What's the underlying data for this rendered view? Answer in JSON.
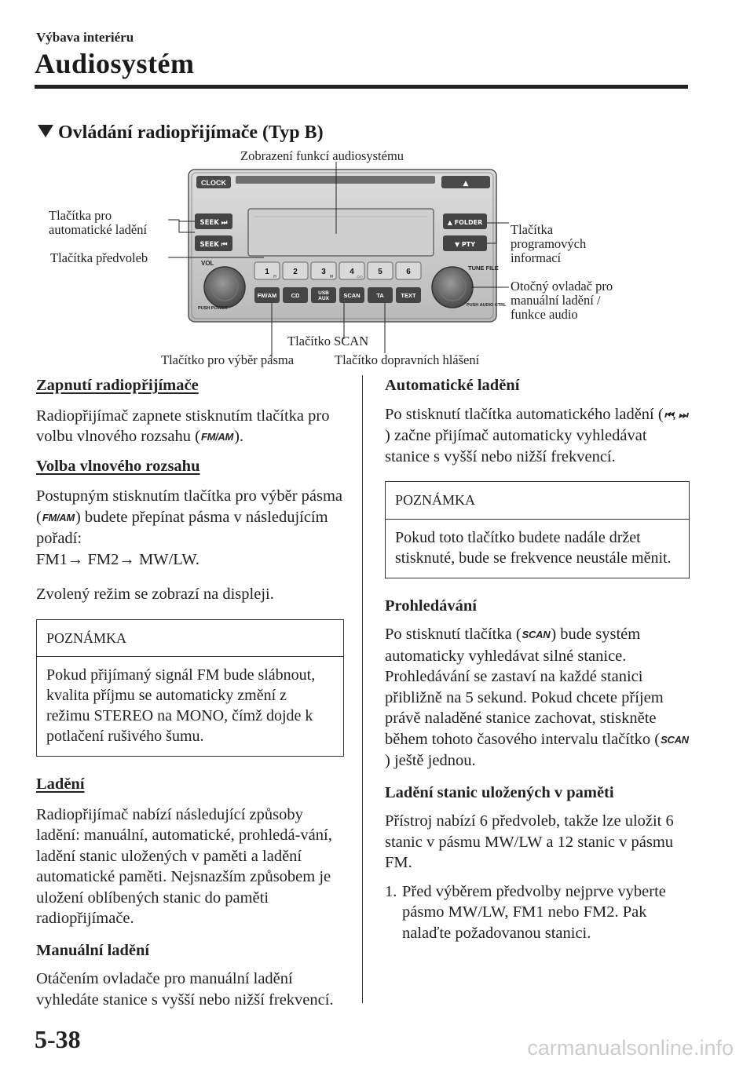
{
  "header": {
    "section": "Výbava interiéru",
    "title": "Audiosystém"
  },
  "section_title": "Ovládání radiopřijímače (Typ B)",
  "figure": {
    "callouts": {
      "display": "Zobrazení funkcí audiosystému",
      "seek_1": "Tlačítka pro",
      "seek_2": "automatické ladění",
      "preset": "Tlačítka předvoleb",
      "pty_1": "Tlačítka",
      "pty_2": "programových",
      "pty_3": "informací",
      "tune_1": "Otočný ovladač pro",
      "tune_2": "manuální ladění /",
      "tune_3": "funkce audio",
      "scan": "Tlačítko SCAN",
      "band": "Tlačítko pro výběr pásma",
      "ta": "Tlačítko dopravních hlášení"
    },
    "panel": {
      "clock": "CLOCK",
      "eject": "▲",
      "seek_up": "SEEK ⏭",
      "seek_down": "SEEK ⏮",
      "folder": "▲ FOLDER",
      "pty": "▼   PTY",
      "vol": "VOL",
      "push_power": "PUSH POWER",
      "tune_file": "TUNE FILE",
      "push_audio": "PUSH AUDIO CTRL",
      "presets": [
        "1",
        "2",
        "3",
        "4",
        "5",
        "6"
      ],
      "preset_marks": [
        "H",
        "",
        "M",
        "◇◇",
        "",
        ""
      ],
      "buttons": [
        "FM/AM",
        "CD",
        "USB AUX",
        "SCAN",
        "TA",
        "TEXT"
      ]
    }
  },
  "left": {
    "h1": "Zapnutí radiopřijímače",
    "p1a": "Radiopřijímač zapnete stisknutím tlačítka pro volbu vlnového rozsahu (",
    "p1_icon": "FM/AM",
    "p1b": ").",
    "h2": "Volba vlnového rozsahu",
    "p2a": "Postupným stisknutím tlačítka pro výběr pásma (",
    "p2_icon": "FM/AM",
    "p2b": ") budete přepínat pásma v následujícím pořadí:",
    "p2_seq": "FM1→ FM2→ MW/LW.",
    "p3": "Zvolený režim se zobrazí na displeji.",
    "note_title": "POZNÁMKA",
    "note_text": "Pokud přijímaný signál FM bude slábnout, kvalita příjmu se automaticky změní z režimu STEREO na MONO, čímž dojde k potlačení rušivého šumu.",
    "h3": "Ladění",
    "p4": "Radiopřijímač nabízí následující způsoby ladění: manuální, automatické, prohledá-vání, ladění stanic uložených v paměti a ladění automatické paměti. Nejsnazším způsobem je uložení oblíbených stanic do paměti radiopřijímače.",
    "h4": "Manuální ladění",
    "p5": "Otáčením ovladače pro manuální ladění vyhledáte stanice s vyšší nebo nižší frekvencí."
  },
  "right": {
    "h1": "Automatické ladění",
    "p1a": "Po stisknutí tlačítka automatického ladění (",
    "p1_icons": "⏮, ⏭",
    "p1b": ") začne přijímač automaticky vyhledávat stanice s vyšší nebo nižší frekvencí.",
    "note_title": "POZNÁMKA",
    "note_text": "Pokud toto tlačítko budete nadále držet stisknuté, bude se frekvence neustále měnit.",
    "h2": "Prohledávání",
    "p2a": "Po stisknutí tlačítka (",
    "p2_icon": "SCAN",
    "p2b": ") bude systém automaticky vyhledávat silné stanice. Prohledávání se zastaví na každé stanici přibližně na 5 sekund. Pokud chcete příjem právě naladěné stanice zachovat, stiskněte během tohoto časového intervalu tlačítko (",
    "p2_icon2": "SCAN",
    "p2c": ") ještě jednou.",
    "h3": "Ladění stanic uložených v paměti",
    "p3": "Přístroj nabízí 6 předvoleb, takže lze uložit 6 stanic v pásmu MW/LW a 12 stanic v pásmu FM.",
    "li1_num": "1.",
    "li1": "Před výběrem předvolby nejprve vyberte pásmo MW/LW, FM1 nebo FM2. Pak nalaďte požadovanou stanici."
  },
  "footer": {
    "page": "5-38",
    "watermark": "carmanualsonline.info"
  }
}
